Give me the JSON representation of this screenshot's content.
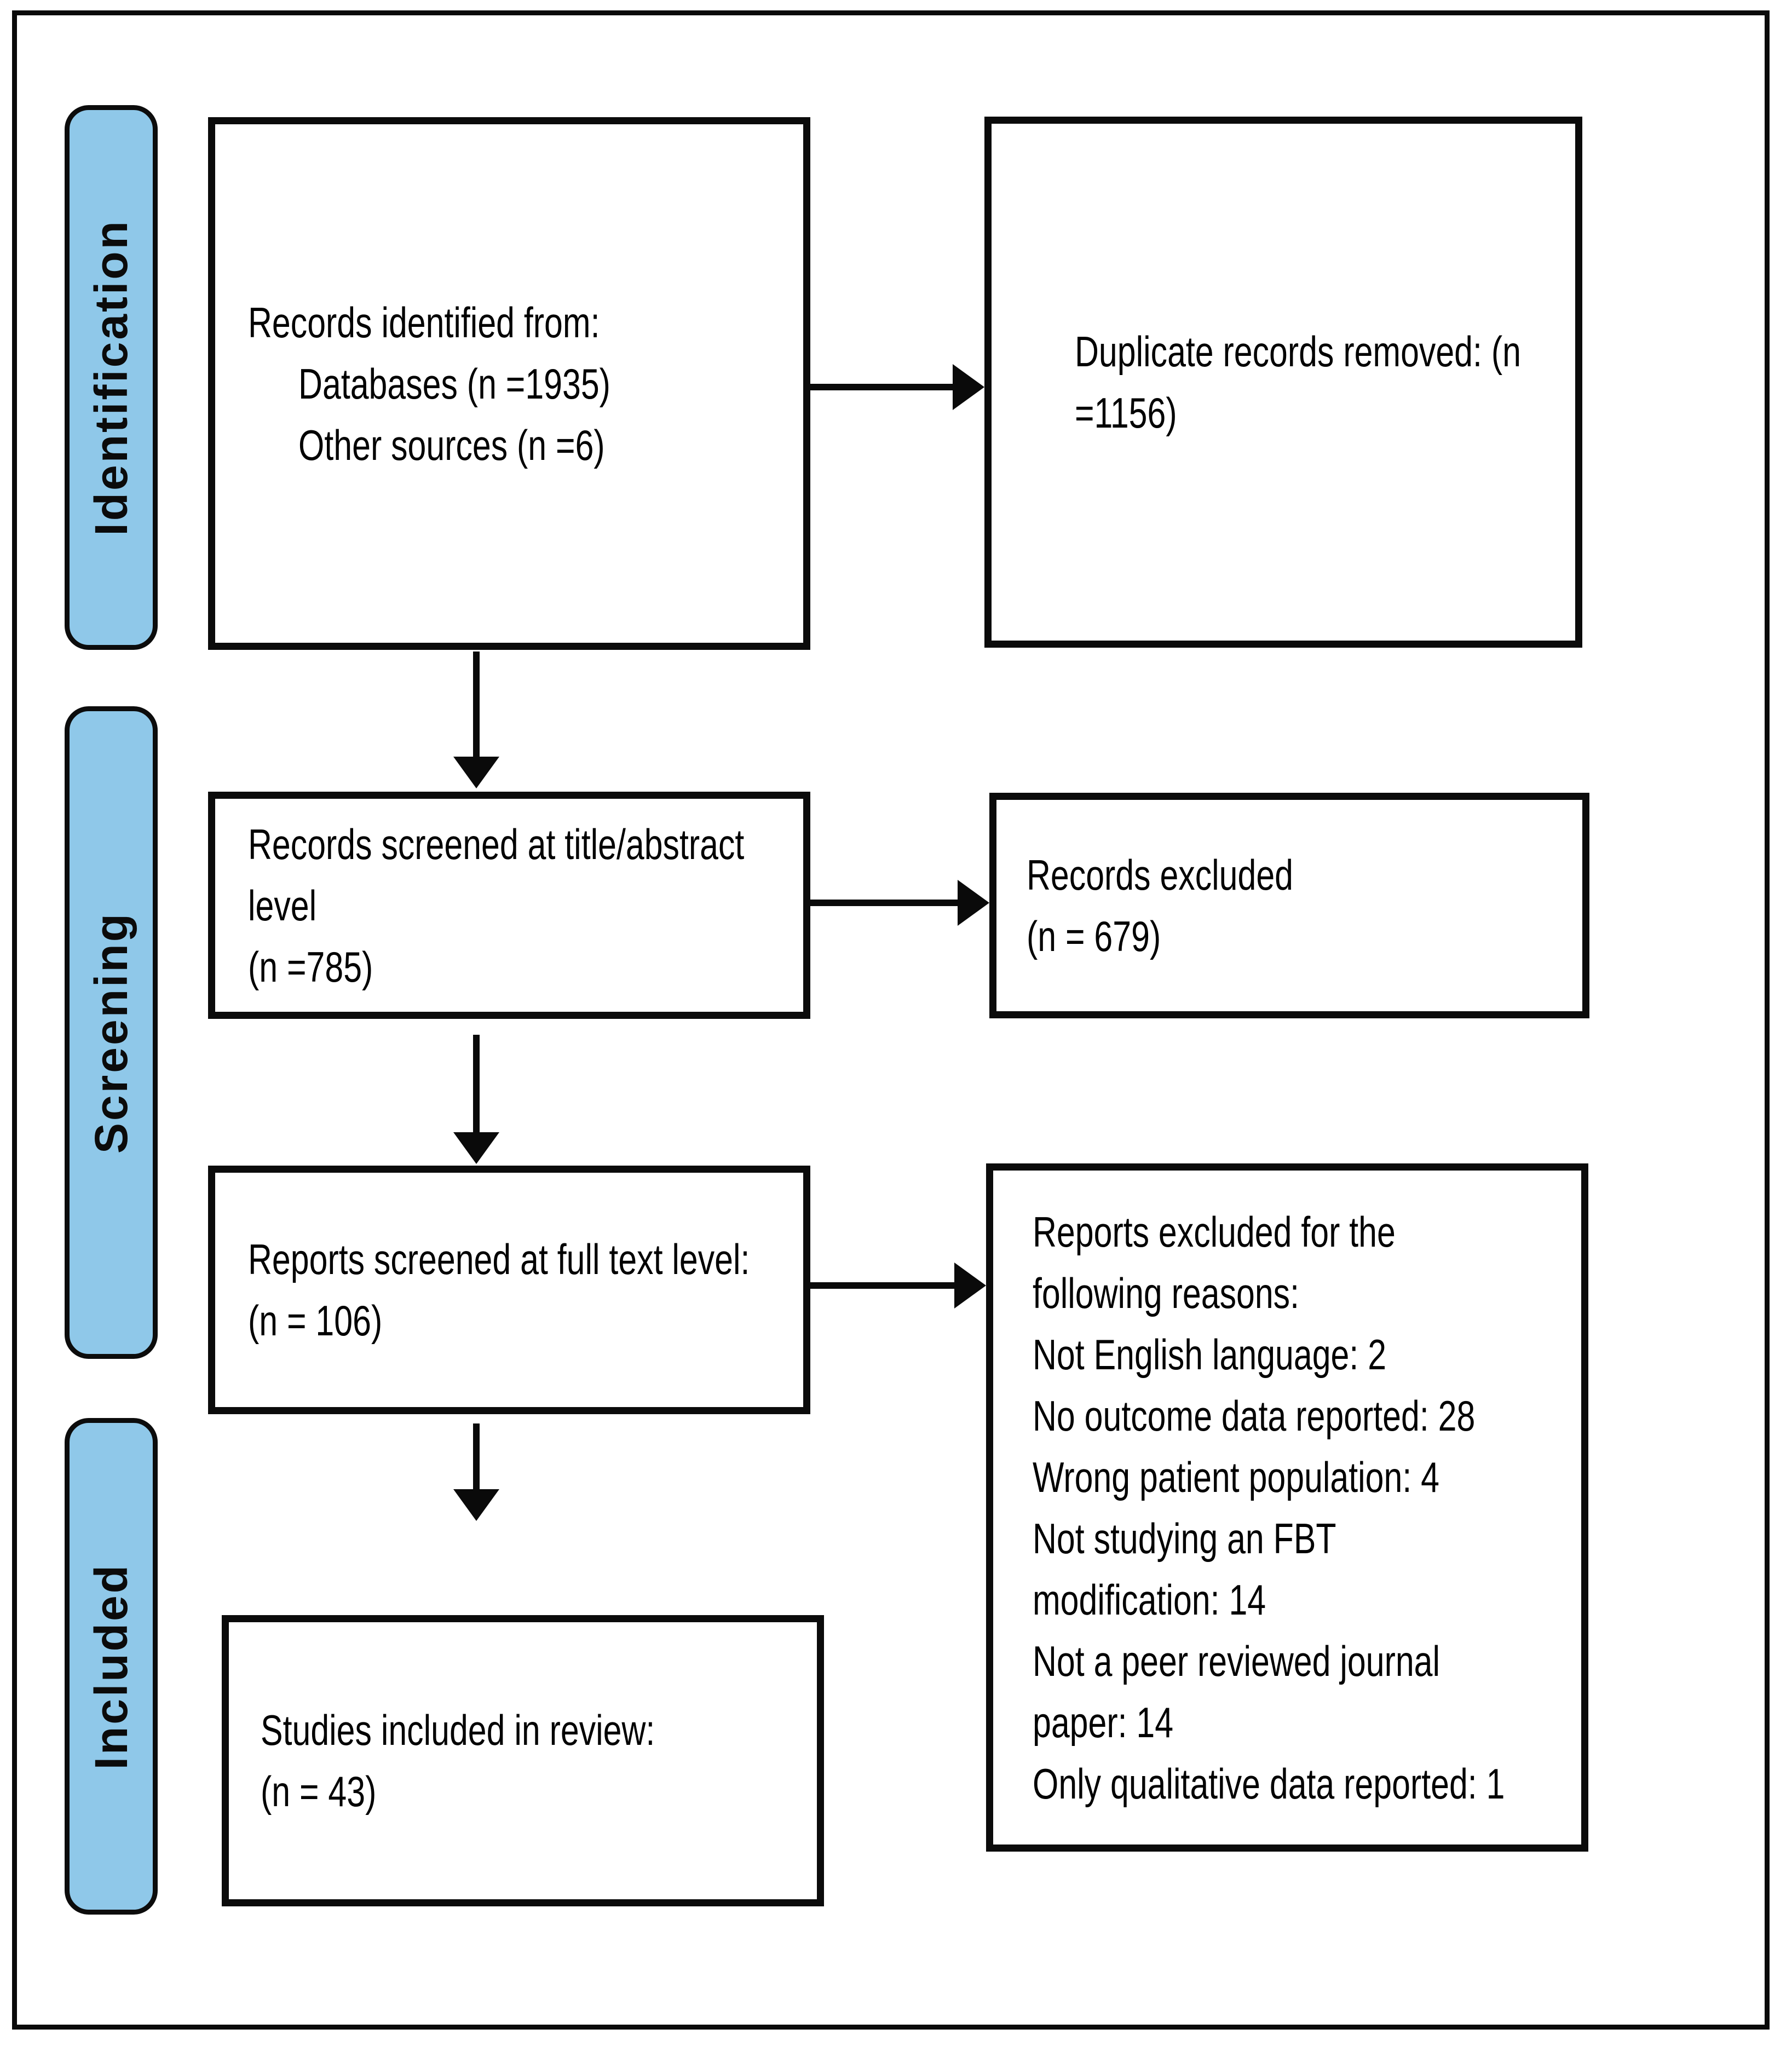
{
  "figure": {
    "kind": "PRISMA systematic review flow diagram"
  },
  "colors": {
    "stage_fill": "#8FC8E9",
    "stroke": "#0a0a0a",
    "background": "#ffffff"
  },
  "stages": [
    {
      "label": "Identification"
    },
    {
      "label": "Screening"
    },
    {
      "label": "Included"
    }
  ],
  "boxes": {
    "identified": {
      "lines": [
        "Records identified from:",
        "Databases (n =1935)",
        "Other sources (n =6)"
      ]
    },
    "duplicates_removed": {
      "lines": [
        "Duplicate records removed: (n",
        "=1156)"
      ]
    },
    "title_abstract_screened": {
      "lines": [
        "Records screened at title/abstract",
        "level",
        "(n =785)"
      ]
    },
    "records_excluded": {
      "lines": [
        "Records excluded",
        "(n = 679)"
      ]
    },
    "full_text_screened": {
      "lines": [
        "Reports screened at full text level:",
        "(n = 106)"
      ]
    },
    "full_text_excluded": {
      "lines": [
        "Reports excluded for the",
        "following reasons:",
        "Not English language: 2",
        "No outcome data reported: 28",
        "Wrong patient population: 4",
        "Not studying an FBT",
        "modification: 14",
        "Not a peer reviewed journal",
        "paper: 14",
        "Only qualitative data reported: 1"
      ]
    },
    "included": {
      "lines": [
        "Studies included in review:",
        "(n = 43)"
      ]
    }
  }
}
